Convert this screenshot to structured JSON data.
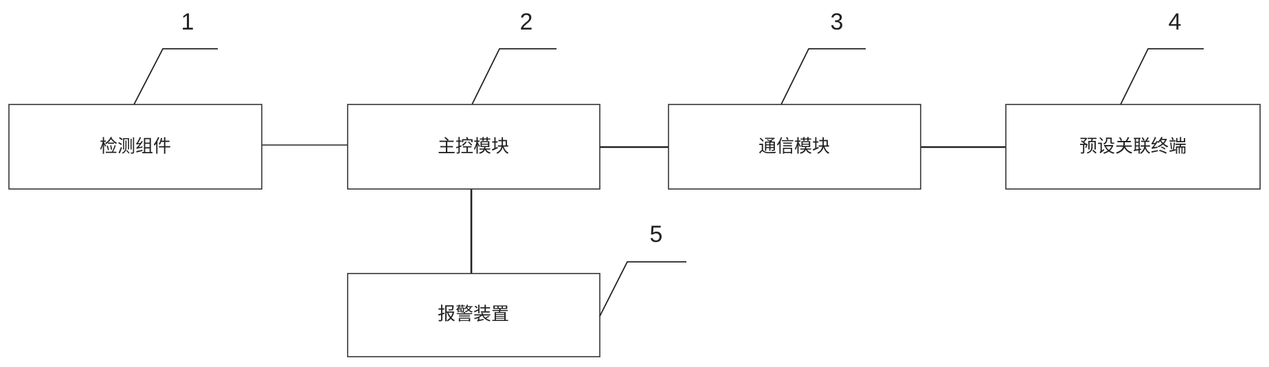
{
  "blocks": [
    {
      "id": "detection",
      "label": "检测组件",
      "ref": "1"
    },
    {
      "id": "main-control",
      "label": "主控模块",
      "ref": "2"
    },
    {
      "id": "communication",
      "label": "通信模块",
      "ref": "3"
    },
    {
      "id": "terminal",
      "label": "预设关联终端",
      "ref": "4"
    },
    {
      "id": "alarm",
      "label": "报警装置",
      "ref": "5"
    }
  ],
  "colors": {
    "stroke": "#333333",
    "text": "#222222",
    "background": "#ffffff"
  }
}
